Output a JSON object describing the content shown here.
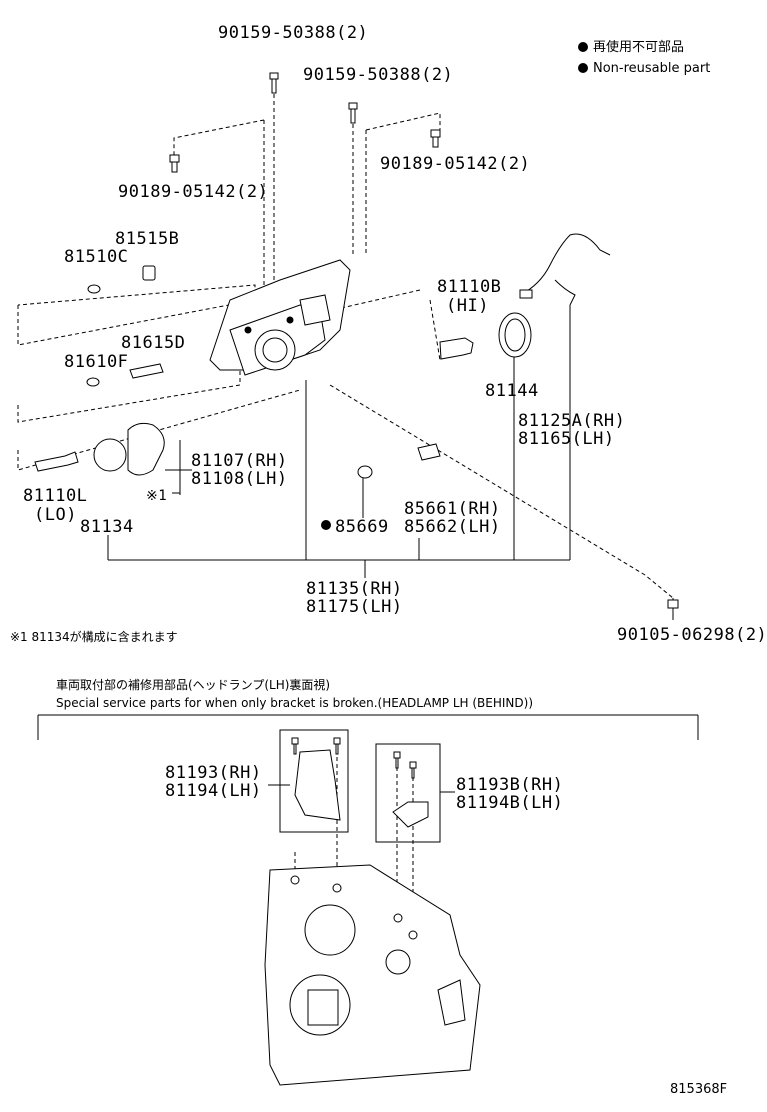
{
  "legend": {
    "jp": "再使用不可部品",
    "en": "Non-reusable part"
  },
  "parts": {
    "p90159_top": "90159-50388(2)",
    "p90159_mid": "90159-50388(2)",
    "p90189_left": "90189-05142(2)",
    "p90189_right": "90189-05142(2)",
    "p81515B": "81515B",
    "p81510C": "81510C",
    "p81615D": "81615D",
    "p81610F": "81610F",
    "p81110B": "81110B",
    "p81110B_sub": "(HI)",
    "p81144": "81144",
    "p81125A": "81125A(RH)",
    "p81165": "81165(LH)",
    "p81107": "81107(RH)",
    "p81108": "81108(LH)",
    "p81110L": "81110L",
    "p81110L_sub": "(LO)",
    "p81134": "81134",
    "mark1": "※1",
    "p85669": "85669",
    "p85661": "85661(RH)",
    "p85662": "85662(LH)",
    "p81135": "81135(RH)",
    "p81175": "81175(LH)",
    "p90105": "90105-06298(2)",
    "p81193": "81193(RH)",
    "p81194": "81194(LH)",
    "p81193B": "81193B(RH)",
    "p81194B": "81194B(LH)"
  },
  "notes": {
    "footnote": "※1  81134が構成に含まれます",
    "section_jp": "車両取付部の補修用部品(ヘッドランプ(LH)裏面視)",
    "section_en": "Special service parts for when only bracket is broken.(HEADLAMP LH (BEHIND))"
  },
  "reference": "815368F"
}
